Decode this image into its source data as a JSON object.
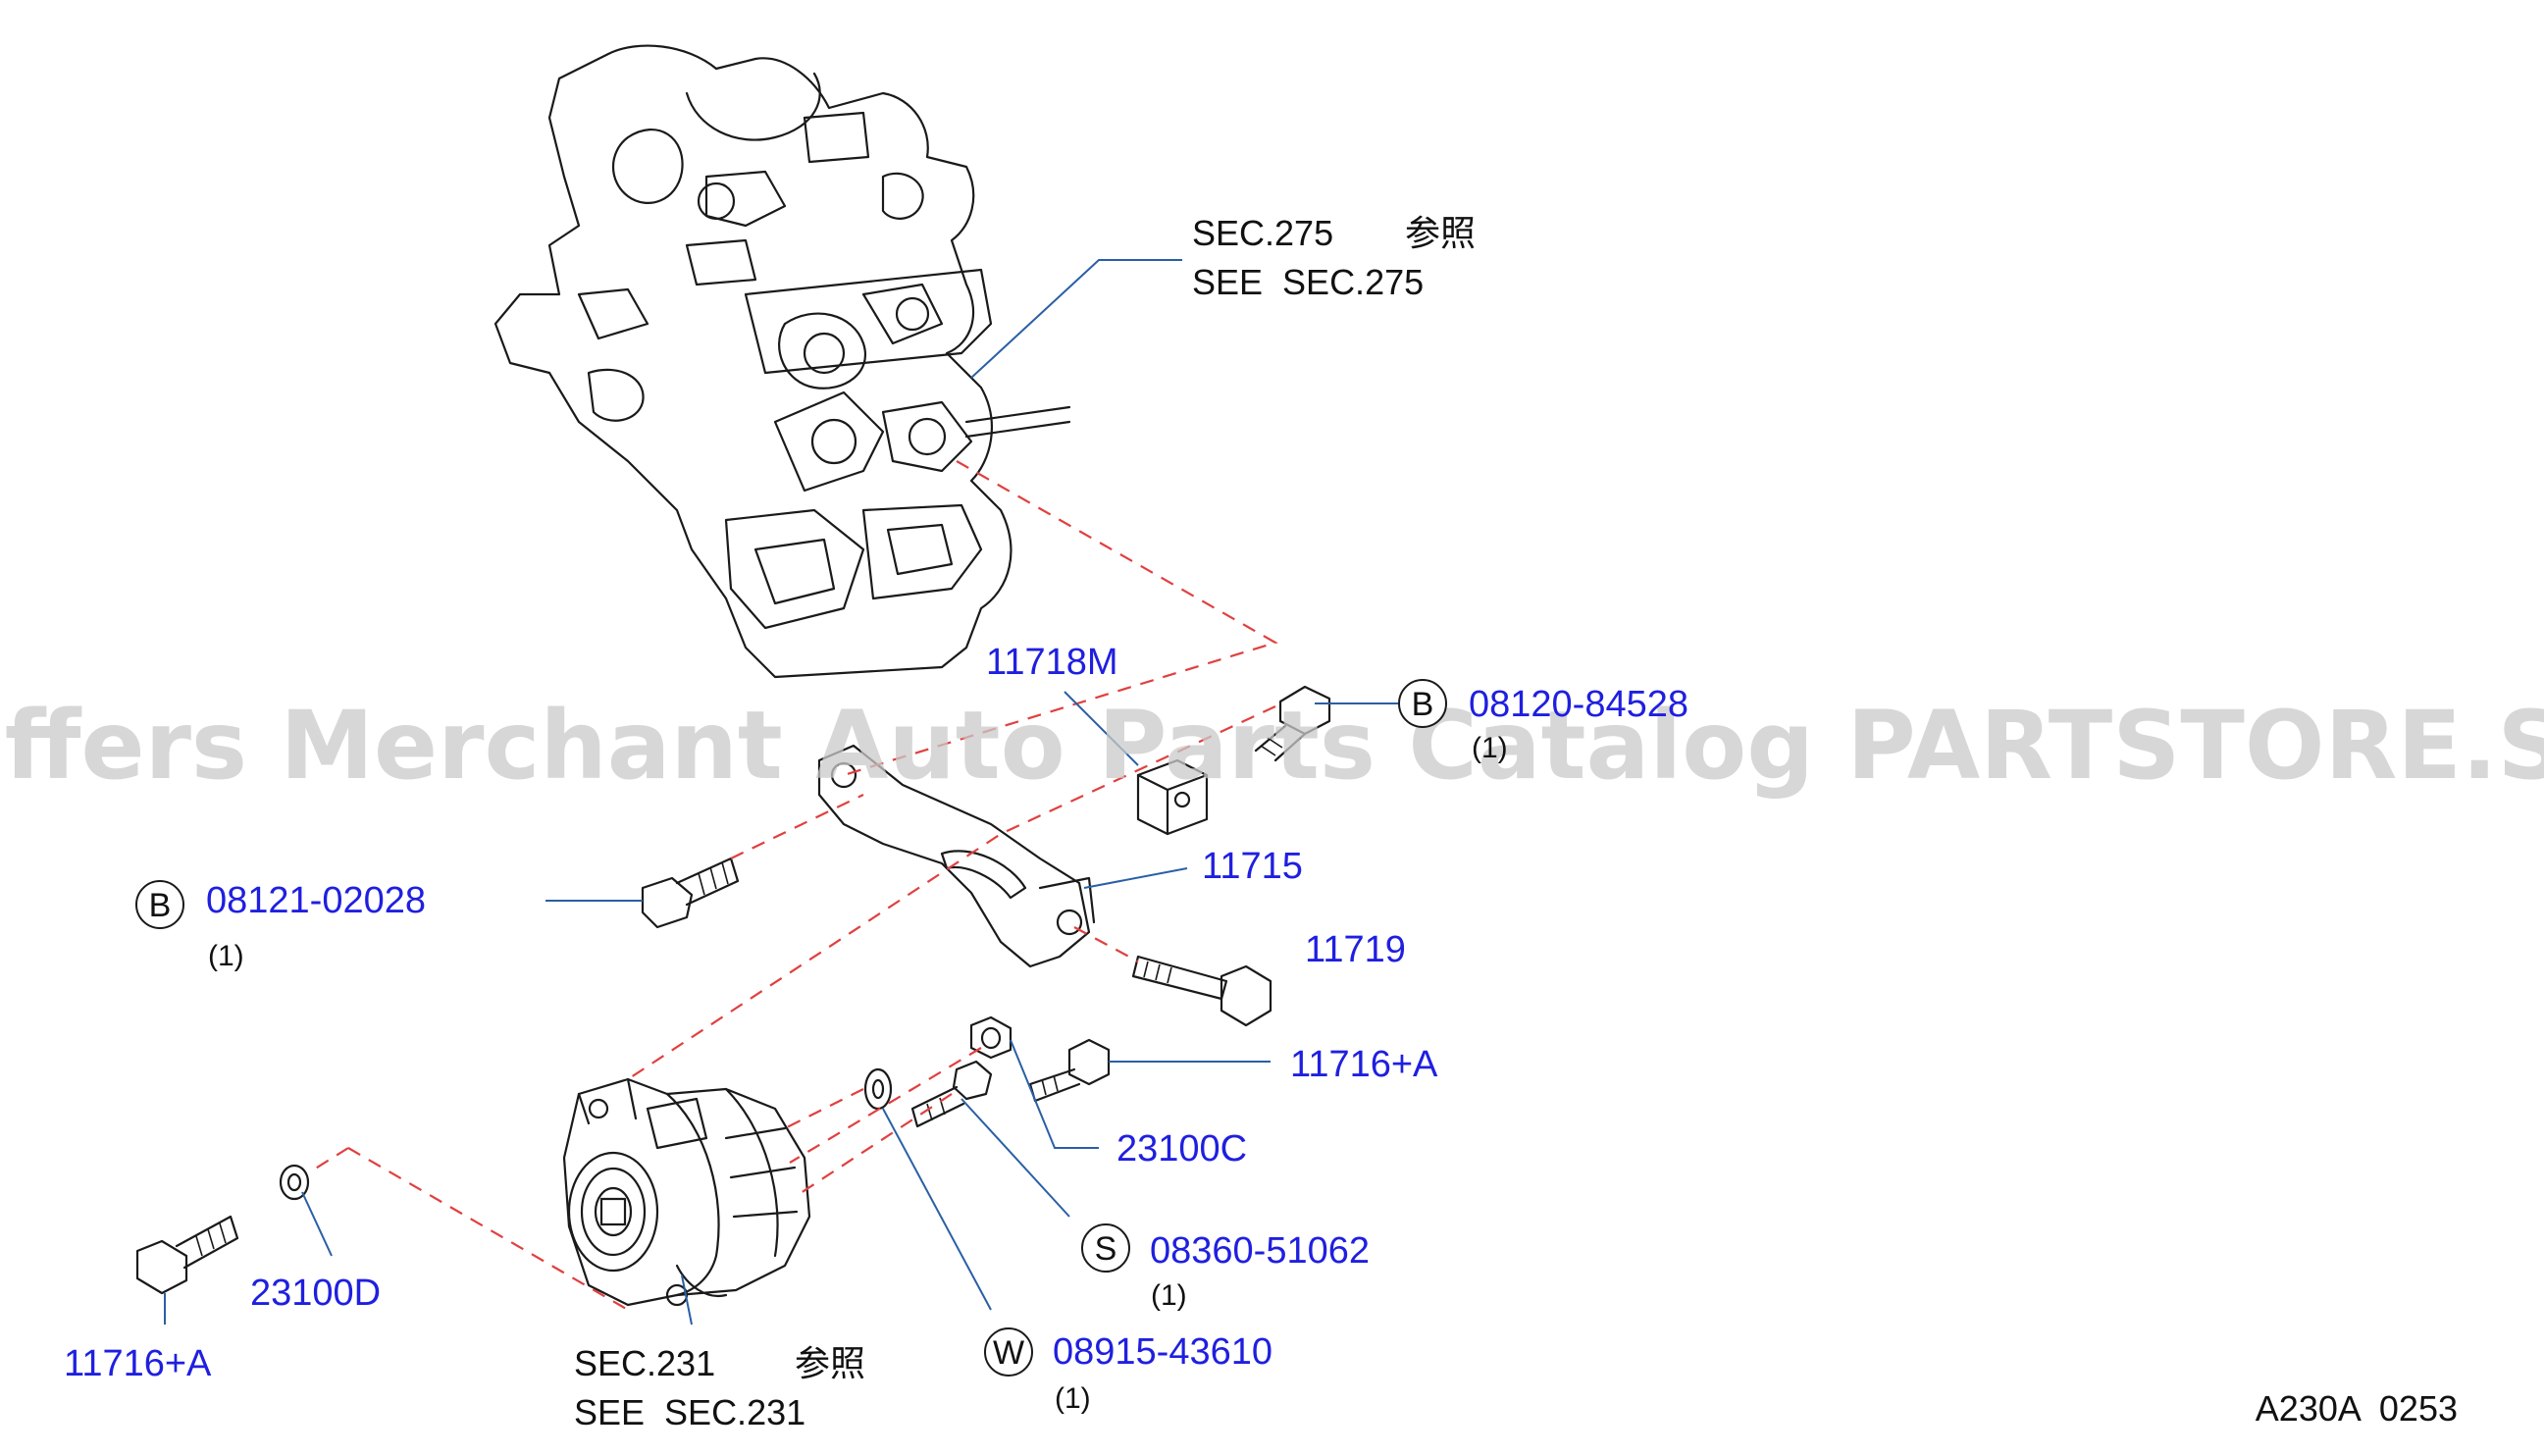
{
  "watermark": "Offers Merchant Auto Parts Catalog PARTSTORE.SA",
  "diagram_code": "A230A  0253",
  "references": [
    {
      "line1": "SEC.275",
      "jp": "参照",
      "line2": "SEE  SEC.275"
    },
    {
      "line1": "SEC.231",
      "jp": "参照",
      "line2": "SEE  SEC.231"
    }
  ],
  "callouts": [
    {
      "part_no": "11718M"
    },
    {
      "symbol": "B",
      "part_no": "08120-84528",
      "qty": "(1)"
    },
    {
      "symbol": "B",
      "part_no": "08121-02028",
      "qty": "(1)"
    },
    {
      "part_no": "11715"
    },
    {
      "part_no": "11719"
    },
    {
      "part_no": "11716+A"
    },
    {
      "part_no": "23100C"
    },
    {
      "symbol": "S",
      "part_no": "08360-51062",
      "qty": "(1)"
    },
    {
      "symbol": "W",
      "part_no": "08915-43610",
      "qty": "(1)"
    },
    {
      "part_no": "23100D"
    },
    {
      "part_no": "11716+A"
    }
  ],
  "colors": {
    "part_number": "#1f1fe0",
    "leader_line": "#2a5fa6",
    "dashed_line": "#e0403f",
    "watermark": "#c9c9c9"
  }
}
